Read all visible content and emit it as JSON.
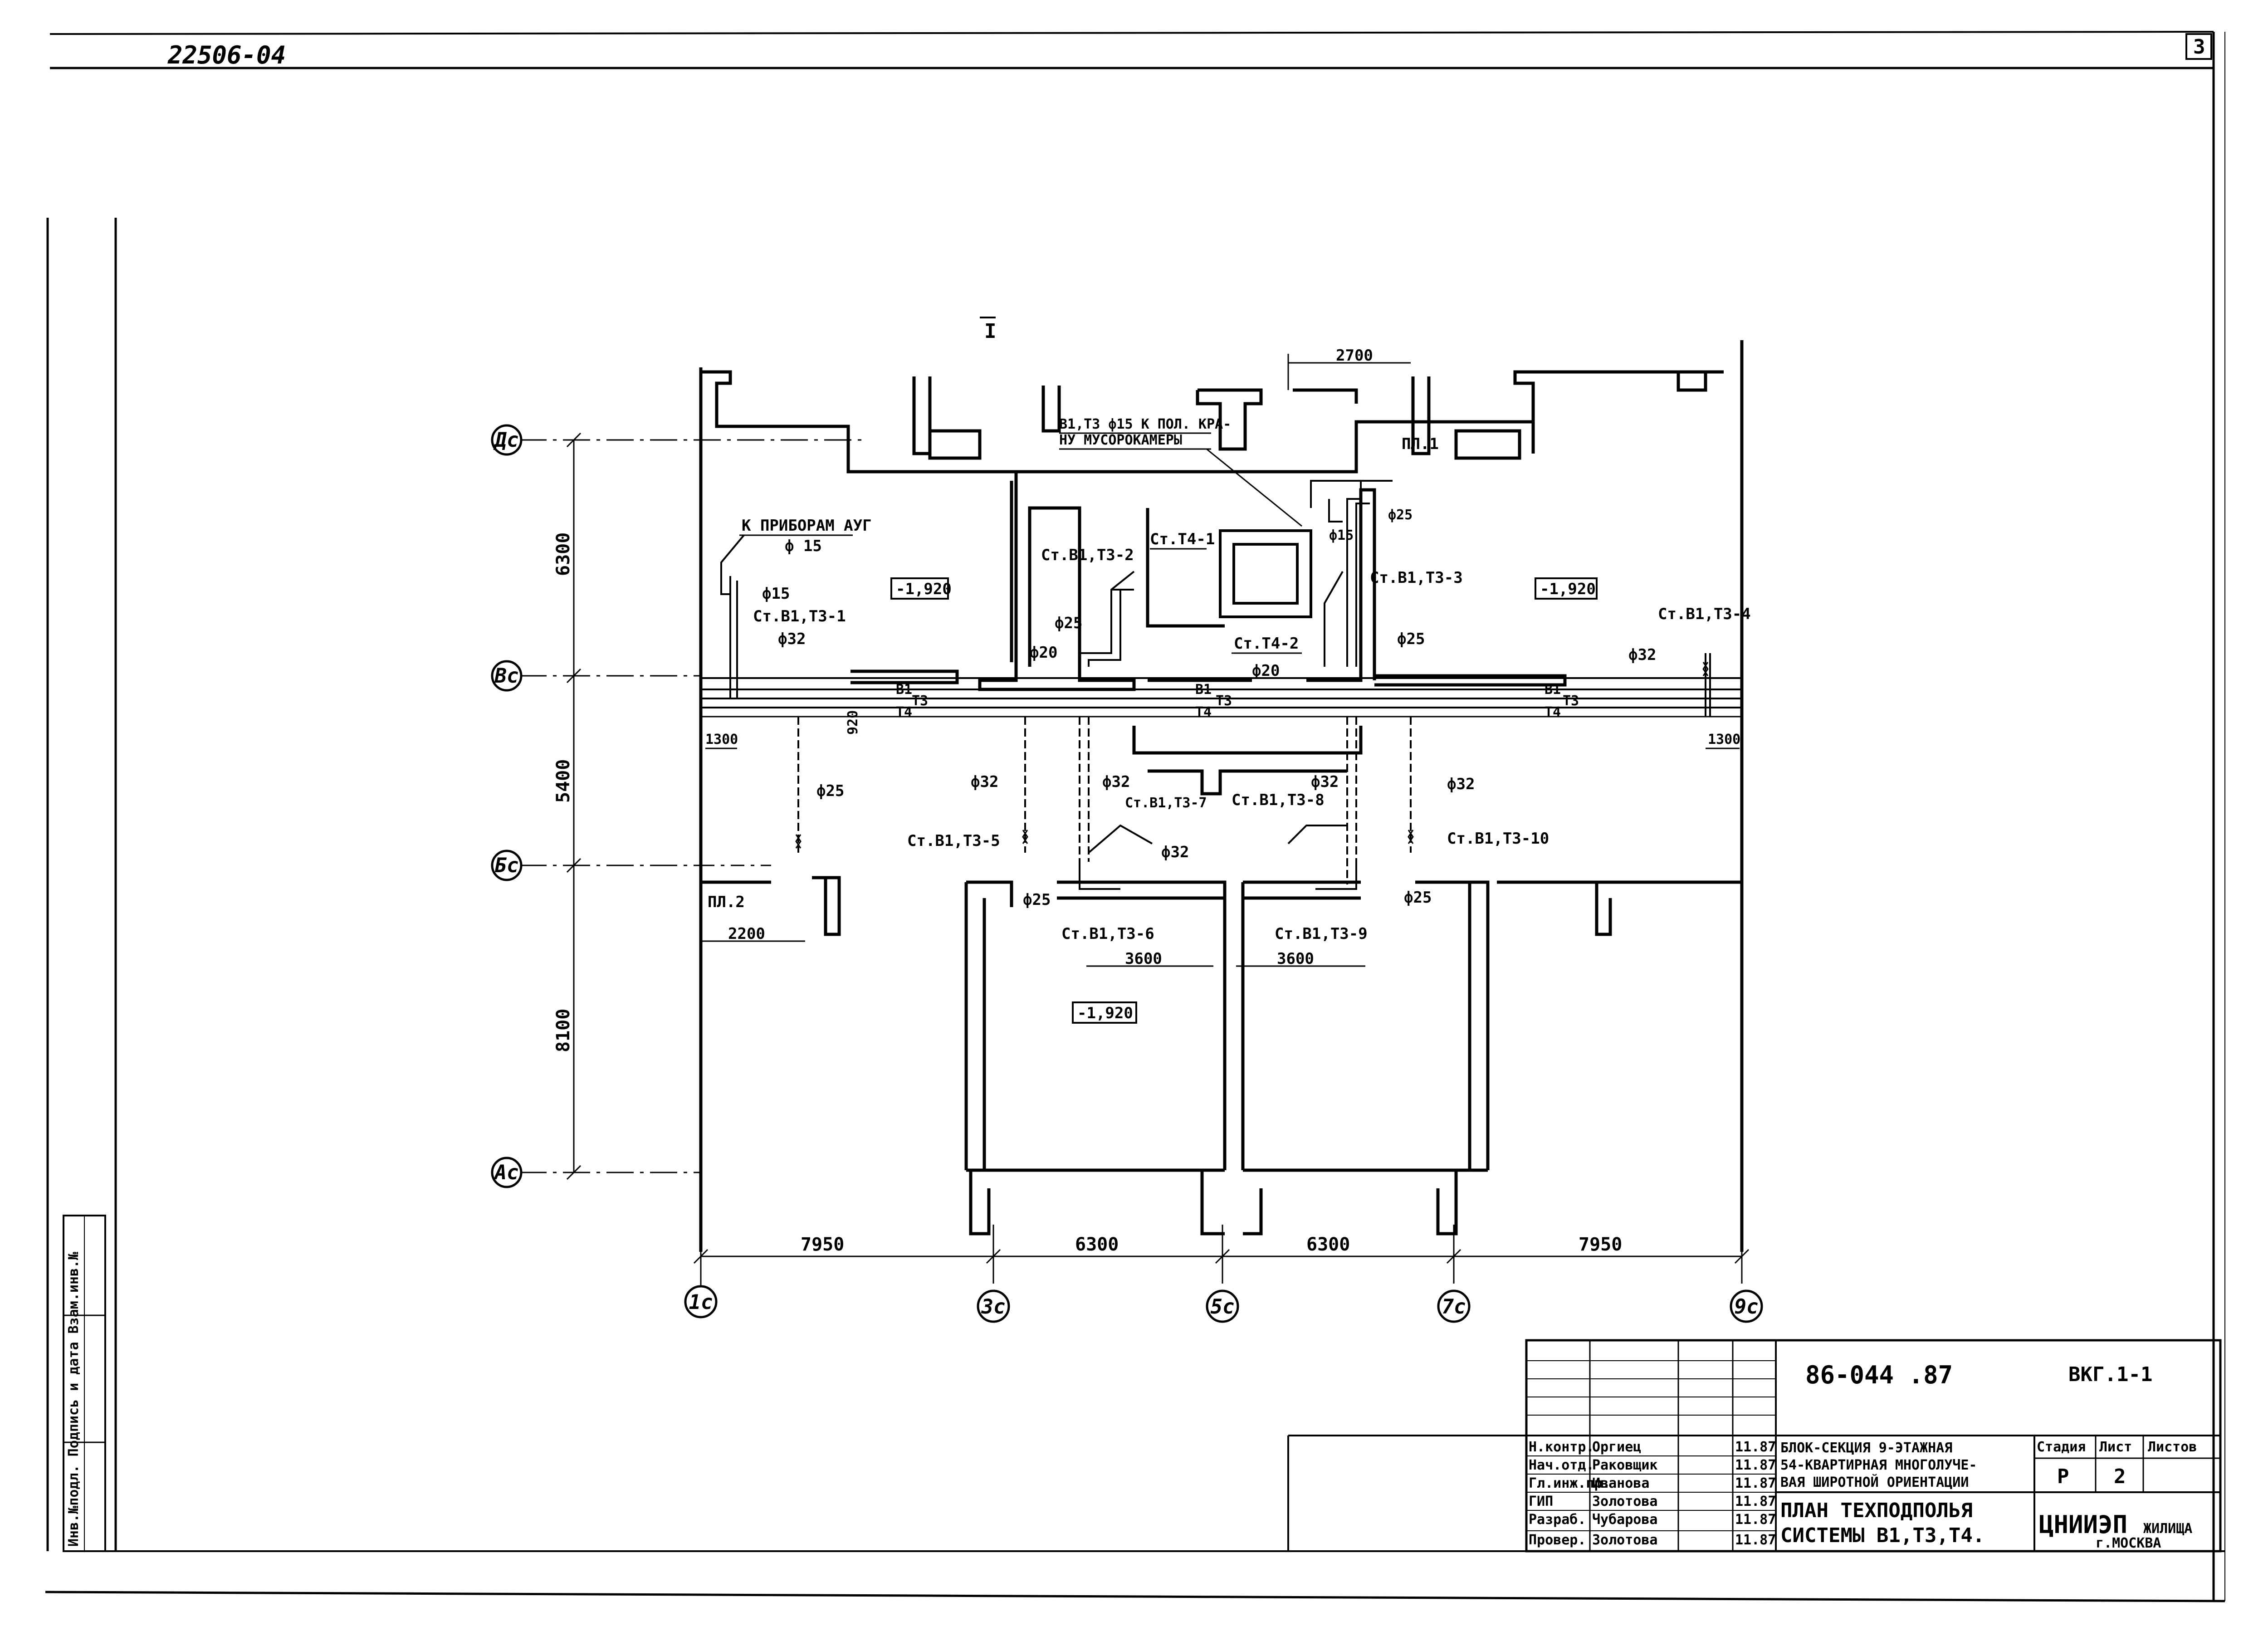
{
  "document": {
    "stamp_number": "22506-04",
    "sheet_corner_number": "3",
    "view_marker": "I"
  },
  "grid": {
    "rows": [
      "Дс",
      "Вс",
      "Бс",
      "Ас"
    ],
    "columns": [
      "1с",
      "3с",
      "5с",
      "7с",
      "9с"
    ],
    "row_dims": [
      "6300",
      "5400",
      "8100"
    ],
    "column_dims": [
      "7950",
      "6300",
      "6300",
      "7950"
    ]
  },
  "rooms": {
    "elev_top_left": "-1,920",
    "elev_top_right": "-1,920",
    "elev_bottom": "-1,920",
    "pl1": "ПЛ.1",
    "pl2": "ПЛ.2"
  },
  "dimensions": {
    "top_2700": "2700",
    "d2200": "2200",
    "d3600_left": "3600",
    "d3600_right": "3600",
    "d1300_left": "1300",
    "d1300_right": "1300",
    "d920": "920"
  },
  "pipe_lines": {
    "b1_left": "В1",
    "t3_left": "Т3",
    "t4_left": "Т4",
    "b1_mid": "В1",
    "t3_mid": "Т3",
    "t4_mid": "Т4",
    "b1_right": "В1",
    "t3_right": "Т3",
    "t4_right": "Т4"
  },
  "notes": {
    "garbage": "В1,Т3 ф15 К ПОЛ. КРА-",
    "garbage2": "НУ МУСОРОКАМЕРЫ",
    "devices": "К ПРИБОРАМ АУГ",
    "devices_d": "ф 15"
  },
  "risers": {
    "r1": "Ст.В1,Т3-1",
    "r2": "Ст.В1,Т3-2",
    "r3": "Ст.В1,Т3-3",
    "r4": "Ст.В1,Т3-4",
    "r5": "Ст.В1,Т3-5",
    "r6": "Ст.В1,Т3-6",
    "r7": "Ст.В1,Т3-7",
    "r8": "Ст.В1,Т3-8",
    "r9": "Ст.В1,Т3-9",
    "r10": "Ст.В1,Т3-10",
    "t4_1": "Ст.Т4-1",
    "t4_2": "Ст.Т4-2"
  },
  "diameters": {
    "f15_a": "ф15",
    "f32_a": "ф32",
    "f25_a": "ф25",
    "f20_a": "ф20",
    "f25_b": "ф25",
    "f15_b": "ф15",
    "f25_c": "ф25",
    "f20_b": "ф20",
    "f32_b": "ф32",
    "f25_d": "ф25",
    "f32_c": "ф32",
    "f32_d": "ф32",
    "f32_e": "ф32",
    "f32_f": "ф32",
    "f32_g": "ф32",
    "f25_e": "ф25",
    "f25_f": "ф25"
  },
  "side_stamp": {
    "text": "Инв.№подл. Подпись и дата Взам.инв.№"
  },
  "title_block": {
    "doc_code": "86-044 .87",
    "sheet_code": "ВКГ.1-1",
    "roles": [
      "Н.контр.",
      "Нач.отд.",
      "Гл.инж.пр.",
      "ГИП",
      "Разраб.",
      "Провер."
    ],
    "names": [
      "Оргиец",
      "Раковщик",
      "Иванова",
      "Золотова",
      "Чубарова",
      "Золотова"
    ],
    "dates": [
      "11.87",
      "11.87",
      "11.87",
      "11.87",
      "11.87",
      "11.87"
    ],
    "project_line1": "БЛОК-СЕКЦИЯ 9-ЭТАЖНАЯ",
    "project_line2": "54-КВАРТИРНАЯ МНОГОЛУЧЕ-",
    "project_line3": "ВАЯ ШИРОТНОЙ ОРИЕНТАЦИИ",
    "sheet_title1": "ПЛАН ТЕХПОДПОЛЬЯ",
    "sheet_title2": "СИСТЕМЫ В1,Т3,Т4.",
    "stage_label": "Стадия",
    "sheet_label": "Лист",
    "sheets_label": "Листов",
    "stage_value": "Р",
    "sheet_value": "2",
    "org_name": "ЦНИИЭП",
    "org_name2": "ЖИЛИЩА",
    "org_city": "г.МОСКВА"
  }
}
